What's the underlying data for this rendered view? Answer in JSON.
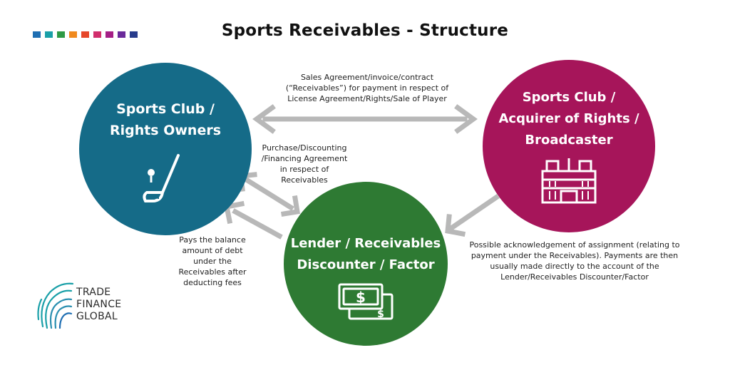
{
  "title": "Sports Receivables - Structure",
  "swatch_colors": [
    "#1f6fb3",
    "#1aa0a8",
    "#2e9a45",
    "#f08a1e",
    "#e6472a",
    "#d12e6c",
    "#a51f86",
    "#6a2a9a",
    "#283c8c"
  ],
  "circles": {
    "club": {
      "label_line1": "Sports Club /",
      "label_line2": "Rights Owners",
      "color": "#156b88",
      "icon": "golf-club-icon"
    },
    "acquirer": {
      "label_line1": "Sports Club /",
      "label_line2": "Acquirer of Rights /",
      "label_line3": "Broadcaster",
      "color": "#a6155a",
      "icon": "stadium-icon"
    },
    "lender": {
      "label_line1": "Lender / Receivables",
      "label_line2": "Discounter / Factor",
      "color": "#2e7a33",
      "icon": "money-bills-icon"
    }
  },
  "notes": {
    "sales": [
      "Sales Agreement/invoice/contract",
      "(“Receivables”) for payment in respect of",
      "License Agreement/Rights/Sale of Player"
    ],
    "purchase": [
      "Purchase/Discounting",
      "/Financing Agreement",
      "in respect of",
      "Receivables"
    ],
    "pays": [
      "Pays the balance",
      "amount of debt",
      "under the",
      "Receivables after",
      "deducting fees"
    ],
    "ack": [
      "Possible acknowledgement of assignment (relating to",
      "payment under the Receivables). Payments are then",
      "usually made directly to the account of the",
      "Lender/Receivables Discounter/Factor"
    ]
  },
  "logo": {
    "line1": "TRADE",
    "line2": "FINANCE",
    "line3": "GLOBAL",
    "icon": "fingerprint-logo-icon"
  }
}
